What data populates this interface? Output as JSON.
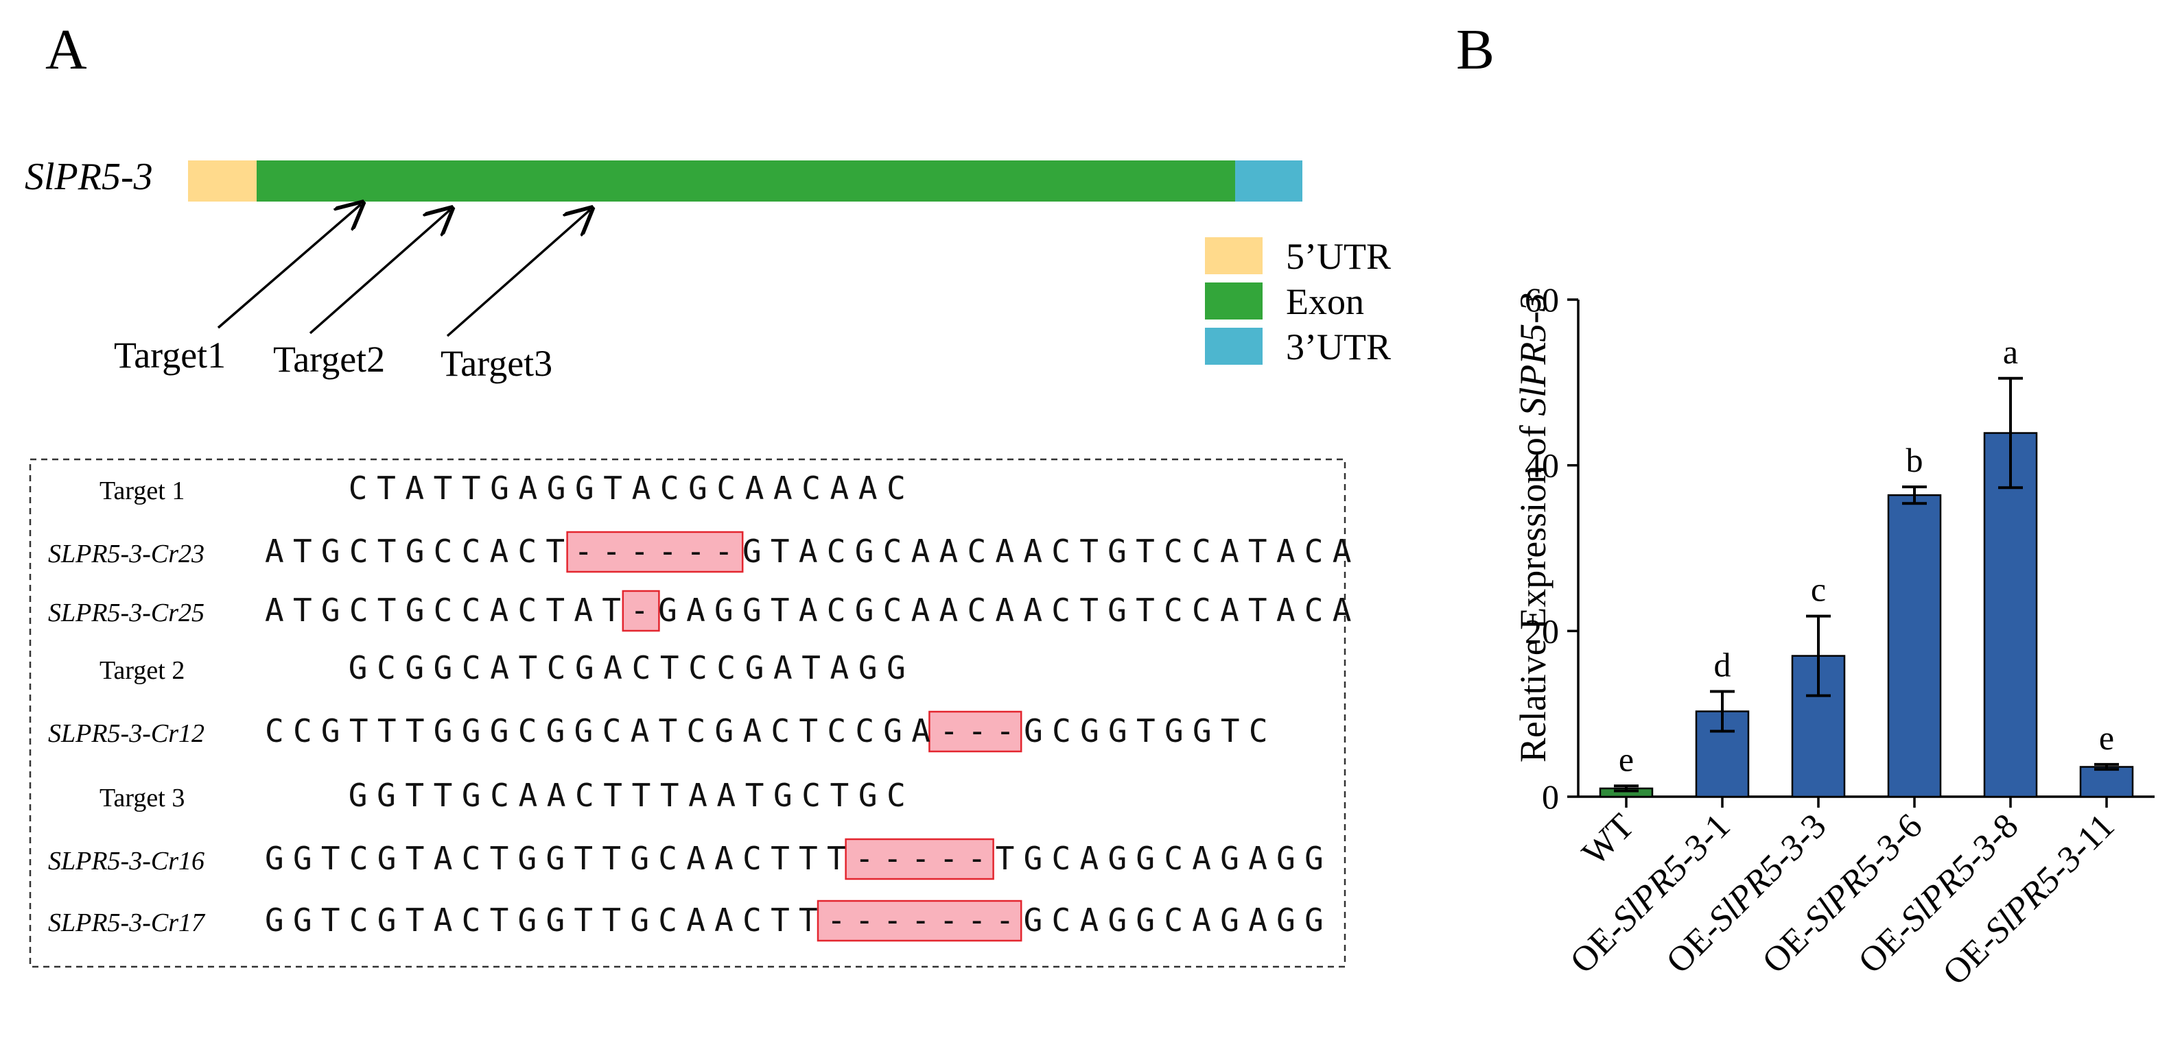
{
  "panel_a": {
    "label": "A",
    "gene_name": "SlPR5-3",
    "legend": [
      {
        "label": "5’UTR",
        "color": "#FFDA8C"
      },
      {
        "label": "Exon",
        "color": "#33A63A"
      },
      {
        "label": "3’UTR",
        "color": "#4DB6CF"
      }
    ],
    "targets": [
      "Target1",
      "Target2",
      "Target3"
    ],
    "alignment": [
      {
        "label": "Target 1",
        "italic": false,
        "seq": "CTATTGAGGTACGCAACAAC",
        "startCol": 3
      },
      {
        "label": "SLPR5-3-Cr23",
        "italic": true,
        "seq": "ATGCTGCCACT------GTACGCAACAACTGTCCATACA",
        "startCol": 0
      },
      {
        "label": "SLPR5-3-Cr25",
        "italic": true,
        "seq": "ATGCTGCCACTAT-GAGGTACGCAACAACTGTCCATACA",
        "startCol": 0
      },
      {
        "label": "Target 2",
        "italic": false,
        "seq": "GCGGCATCGACTCCGATAGG",
        "startCol": 3
      },
      {
        "label": "SLPR5-3-Cr12",
        "italic": true,
        "seq": "CCGTTTGGGCGGCATCGACTCCGA---GCGGTGGTC",
        "startCol": 0
      },
      {
        "label": "Target 3",
        "italic": false,
        "seq": "GGTTGCAACTTTAATGCTGC",
        "startCol": 3
      },
      {
        "label": "SLPR5-3-Cr16",
        "italic": true,
        "seq": "GGTCGTACTGGTTGCAACTTT-----TGCAGGCAGAGG",
        "startCol": 0
      },
      {
        "label": "SLPR5-3-Cr17",
        "italic": true,
        "seq": "GGTCGTACTGGTTGCAACTT-------GCAGGCAGAGG",
        "startCol": 0
      }
    ]
  },
  "panel_b": {
    "label": "B"
  },
  "chart_data": {
    "type": "bar",
    "ylabel_prefix": "Relative Expression of ",
    "ylabel_gene": "SlPR5-3",
    "ylim": [
      0,
      60
    ],
    "yticks": [
      0,
      20,
      40,
      60
    ],
    "categories": [
      {
        "prefix": "",
        "italic": "",
        "suffix": "WT"
      },
      {
        "prefix": "OE-",
        "italic": "SlPR5-3",
        "suffix": "-1"
      },
      {
        "prefix": "OE-",
        "italic": "SlPR5-3",
        "suffix": "-3"
      },
      {
        "prefix": "OE-",
        "italic": "SlPR5-3",
        "suffix": "-6"
      },
      {
        "prefix": "OE-",
        "italic": "SlPR5-3",
        "suffix": "-8"
      },
      {
        "prefix": "OE-",
        "italic": "SlPR5-3",
        "suffix": "-11"
      }
    ],
    "values": [
      1.0,
      10.3,
      17.0,
      36.4,
      43.9,
      3.6
    ],
    "errors": [
      0.3,
      2.4,
      4.8,
      1.0,
      6.6,
      0.3
    ],
    "letters": [
      "e",
      "d",
      "c",
      "b",
      "a",
      "e"
    ],
    "colors": [
      "#2F8B3A",
      "#2F5FA4",
      "#2F5FA4",
      "#2F5FA4",
      "#2F5FA4",
      "#2F5FA4"
    ]
  }
}
